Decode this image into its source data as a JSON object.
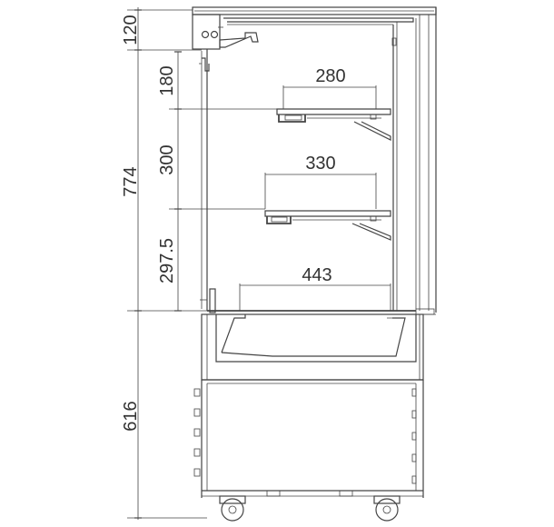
{
  "diagram": {
    "dimensions_vertical": {
      "top": "120",
      "upper_total": "774",
      "upper_1": "180",
      "upper_2": "300",
      "upper_3": "297.5",
      "lower": "616"
    },
    "dimensions_horizontal": {
      "shelf_1_depth": "280",
      "shelf_2_depth": "330",
      "base_depth": "443"
    },
    "colors": {
      "line": "#444444",
      "text": "#333333",
      "background": "#ffffff"
    }
  }
}
